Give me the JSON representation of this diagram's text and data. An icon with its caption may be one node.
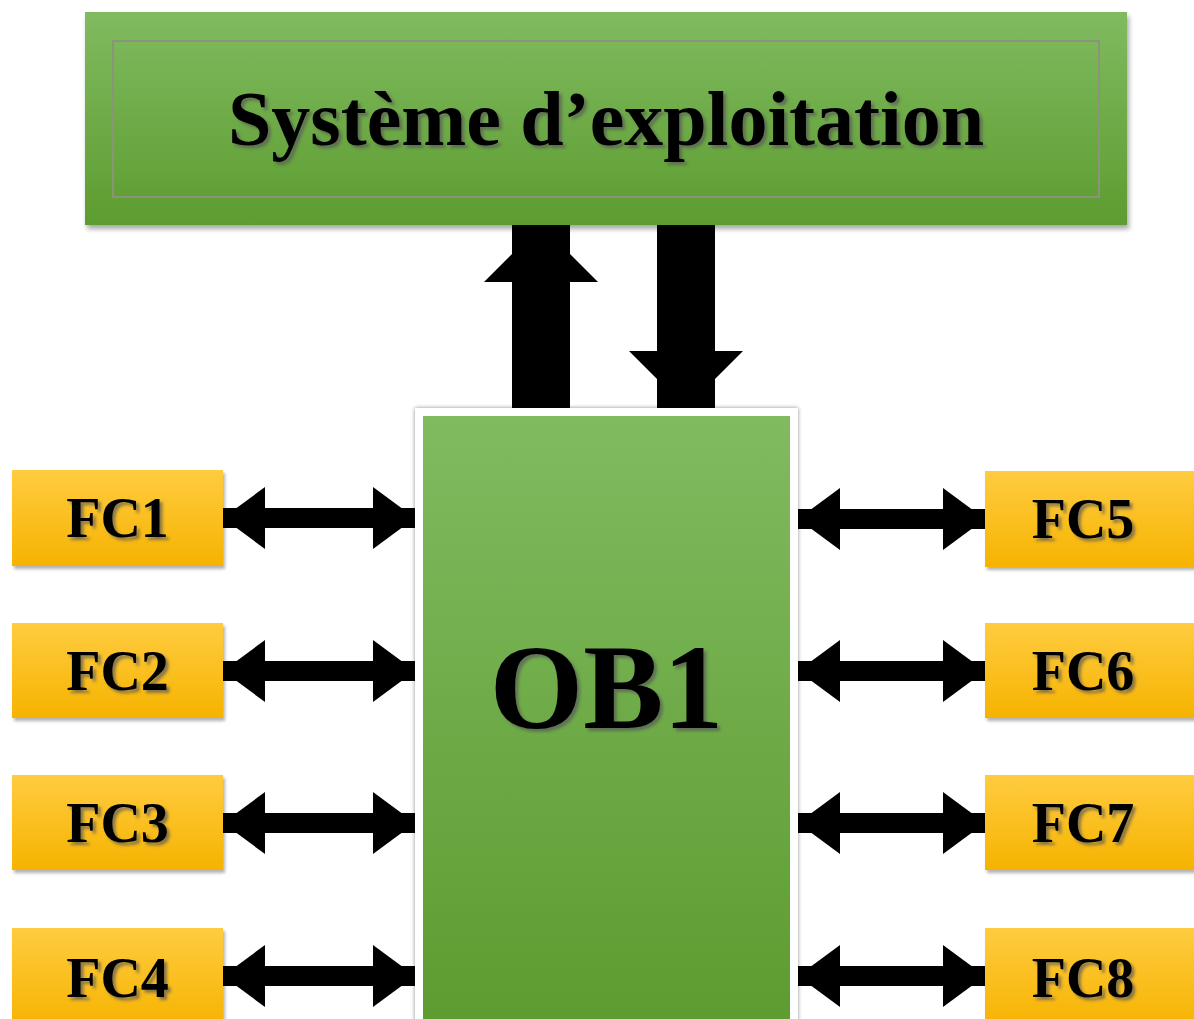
{
  "diagram": {
    "nodes": [
      {
        "text": [
          "Système d’exploitation"
        ]
      },
      {
        "text": [
          "OB1"
        ]
      },
      {
        "text": [
          "FC1"
        ]
      },
      {
        "text": [
          "FC2"
        ]
      },
      {
        "text": [
          "FC3"
        ]
      },
      {
        "text": [
          "FC4"
        ]
      },
      {
        "text": [
          "FC5"
        ]
      },
      {
        "text": [
          "FC6"
        ]
      },
      {
        "text": [
          "FC7"
        ]
      },
      {
        "text": [
          "FC8"
        ]
      }
    ],
    "edges": [
      {
        "from": 1,
        "to": 0,
        "arrow": "to",
        "style": "thick"
      },
      {
        "from": 0,
        "to": 1,
        "arrow": "to",
        "style": "thick"
      },
      {
        "from": 1,
        "to": 2,
        "arrow": "both"
      },
      {
        "from": 1,
        "to": 3,
        "arrow": "both"
      },
      {
        "from": 1,
        "to": 4,
        "arrow": "both"
      },
      {
        "from": 1,
        "to": 5,
        "arrow": "both"
      },
      {
        "from": 1,
        "to": 6,
        "arrow": "both"
      },
      {
        "from": 1,
        "to": 7,
        "arrow": "both"
      },
      {
        "from": 1,
        "to": 8,
        "arrow": "both"
      },
      {
        "from": 1,
        "to": 9,
        "arrow": "both"
      }
    ]
  }
}
